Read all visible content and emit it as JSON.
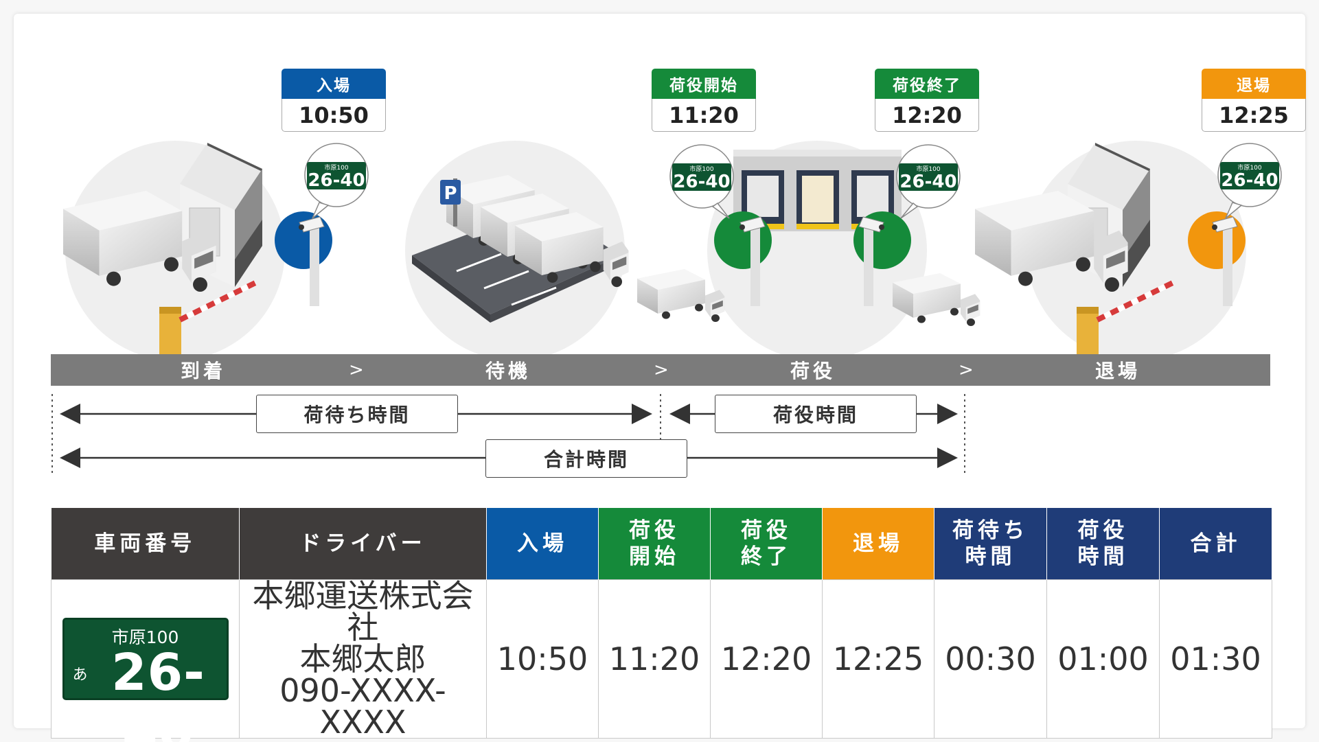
{
  "timestamps": [
    {
      "label": "入場",
      "time": "10:50",
      "color": "#0a5aa6"
    },
    {
      "label": "荷役開始",
      "time": "11:20",
      "color": "#158a3a"
    },
    {
      "label": "荷役終了",
      "time": "12:20",
      "color": "#158a3a"
    },
    {
      "label": "退場",
      "time": "12:25",
      "color": "#f2960d"
    }
  ],
  "plate": {
    "region": "市原100",
    "hiragana": "あ",
    "number": "26-40"
  },
  "stages": [
    "到着",
    "待機",
    "荷役",
    "退場"
  ],
  "stage_separator": ">",
  "parking_sign": "P",
  "spans": {
    "wait": "荷待ち時間",
    "handling": "荷役時間",
    "total": "合計時間"
  },
  "table": {
    "headers": [
      {
        "label": "車両番号",
        "color": "#3f3c3b"
      },
      {
        "label": "ドライバー",
        "color": "#3f3c3b"
      },
      {
        "label": "入場",
        "color": "#0a5aa6"
      },
      {
        "label": "荷役\n開始",
        "color": "#158a3a"
      },
      {
        "label": "荷役\n終了",
        "color": "#158a3a"
      },
      {
        "label": "退場",
        "color": "#f2960d"
      },
      {
        "label": "荷待ち\n時間",
        "color": "#1f3c78"
      },
      {
        "label": "荷役\n時間",
        "color": "#1f3c78"
      },
      {
        "label": "合計",
        "color": "#1f3c78"
      }
    ],
    "row": {
      "driver": {
        "company": "本郷運送株式会社",
        "name": "本郷太郎",
        "phone": "090-XXXX-XXXX"
      },
      "entry": "10:50",
      "handling_start": "11:20",
      "handling_end": "12:20",
      "exit": "12:25",
      "wait_time": "00:30",
      "handling_time": "01:00",
      "total_time": "01:30"
    }
  },
  "colors": {
    "stage_bar": "#7b7b7b",
    "camera_blue": "#0a5aa6",
    "camera_green": "#158a3a",
    "camera_orange": "#f2960d"
  }
}
